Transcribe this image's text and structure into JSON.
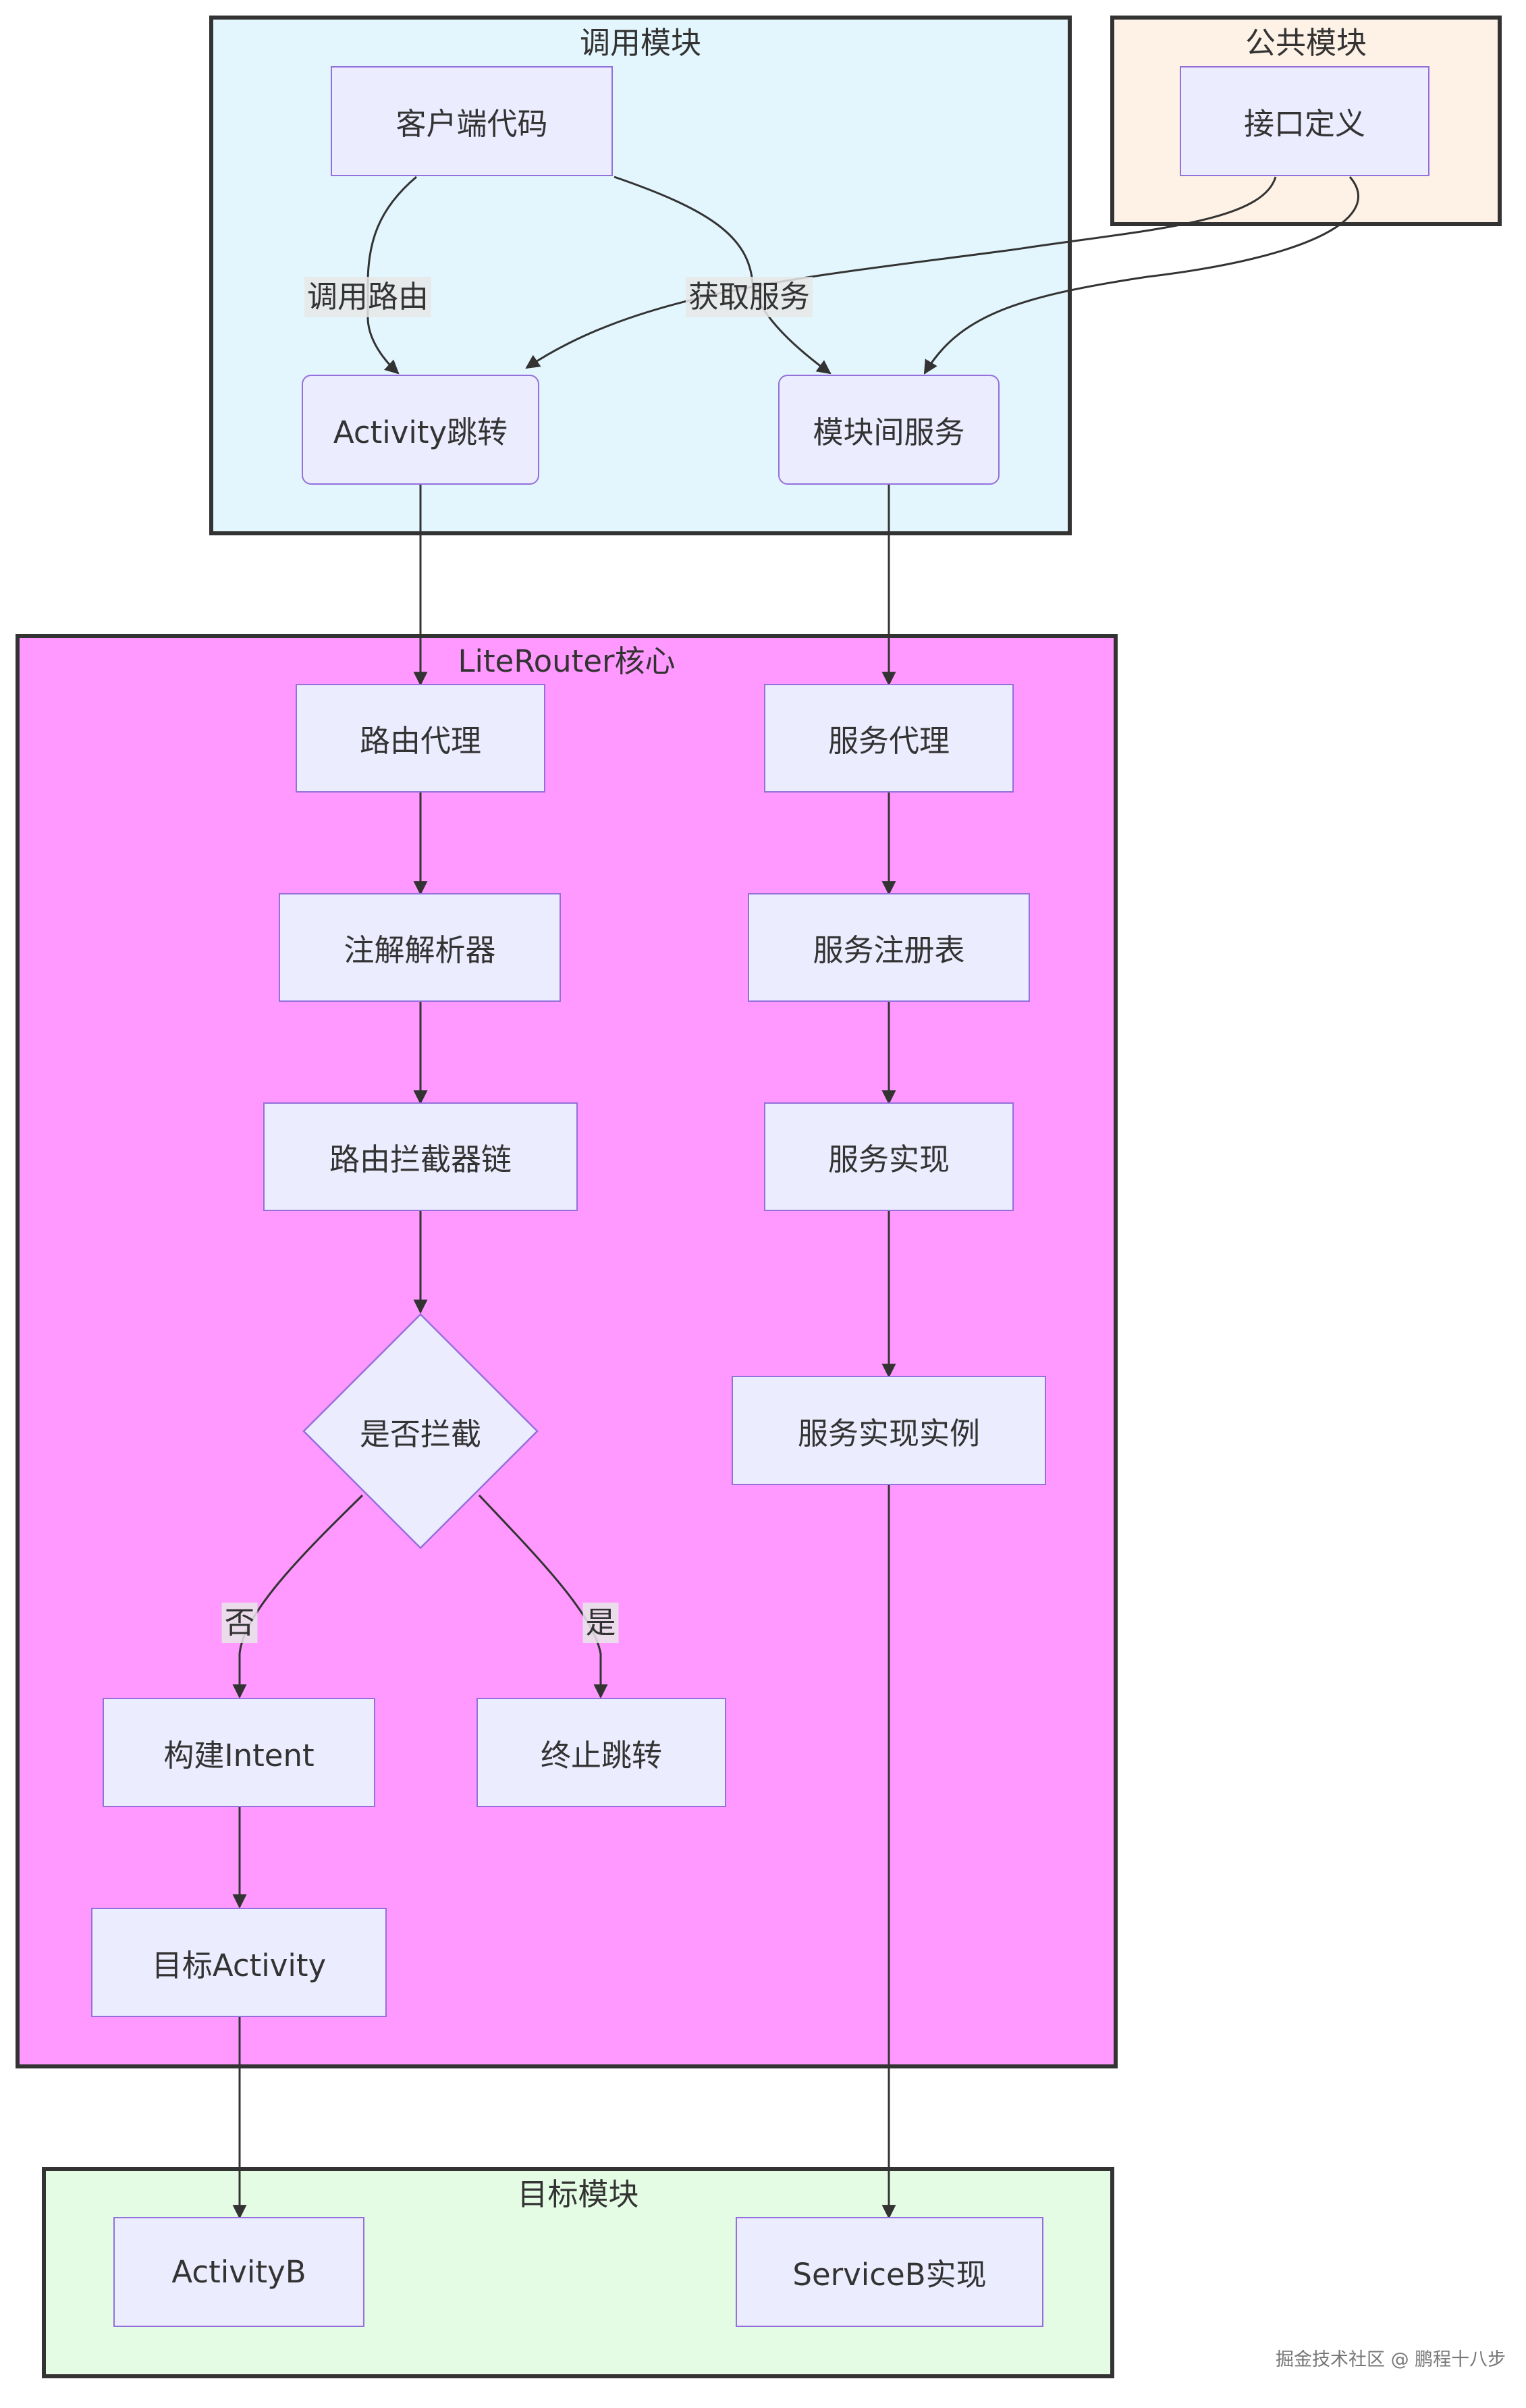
{
  "colors": {
    "node_fill": "#ECECFF",
    "node_border": "#9370DB",
    "subgraph_border": "#333333",
    "caller_fill": "#E3F6FD",
    "common_fill": "#FEF2E6",
    "core_fill": "#FF99FF",
    "target_fill": "#E4FCE4",
    "edge": "#333333"
  },
  "subgraphs": {
    "caller": "调用模块",
    "common": "公共模块",
    "core": "LiteRouter核心",
    "target": "目标模块"
  },
  "nodes": {
    "client_code": "客户端代码",
    "activity_jump": "Activity跳转",
    "module_service": "模块间服务",
    "interface_def": "接口定义",
    "route_proxy": "路由代理",
    "annotation_parser": "注解解析器",
    "interceptor_chain": "路由拦截器链",
    "is_intercepted": "是否拦截",
    "build_intent": "构建Intent",
    "abort_jump": "终止跳转",
    "target_activity": "目标Activity",
    "service_proxy": "服务代理",
    "service_registry": "服务注册表",
    "service_impl": "服务实现",
    "service_instance": "服务实现实例",
    "activity_b": "ActivityB",
    "service_b_impl": "ServiceB实现"
  },
  "edge_labels": {
    "call_route": "调用路由",
    "get_service": "获取服务",
    "no": "否",
    "yes": "是"
  },
  "watermark": "掘金技术社区 @ 鹏程十八步"
}
